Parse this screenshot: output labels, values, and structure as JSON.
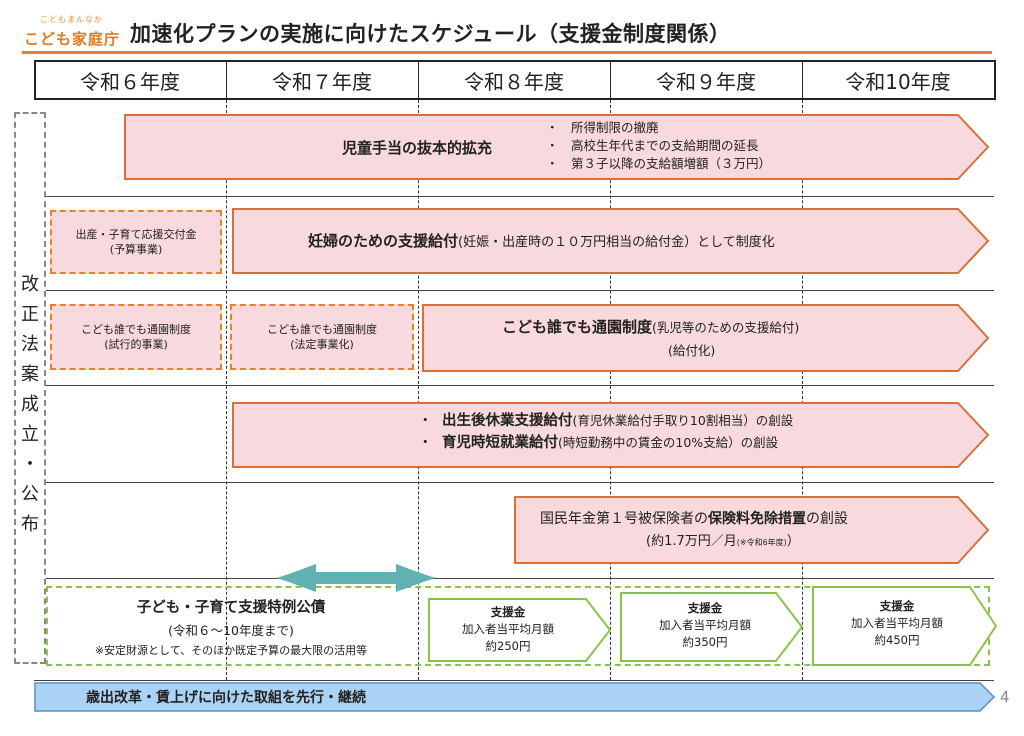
{
  "logo": {
    "tagline": "こどもまんなか",
    "name": "こども家庭庁"
  },
  "title": "加速化プランの実施に向けたスケジュール（支援金制度関係）",
  "years": [
    "令和６年度",
    "令和７年度",
    "令和８年度",
    "令和９年度",
    "令和10年度"
  ],
  "side_label": [
    "改",
    "正",
    "法",
    "案",
    "成",
    "立",
    "・",
    "公",
    "布"
  ],
  "row1": {
    "title": "児童手当の抜本的拡充",
    "bullets": [
      "・　所得制限の撤廃",
      "・　高校生年代までの支給期間の延長",
      "・　第３子以降の支給額増額（３万円）"
    ]
  },
  "row2": {
    "pre_line1": "出産・子育て応援交付金",
    "pre_line2": "(予算事業)",
    "title": "妊婦のための支援給付",
    "detail": "(妊娠・出産時の１０万円相当の給付金）として制度化"
  },
  "row3": {
    "pre1_line1": "こども誰でも通園制度",
    "pre1_line2": "(試行的事業)",
    "pre2_line1": "こども誰でも通園制度",
    "pre2_line2": "(法定事業化)",
    "title": "こども誰でも通園制度",
    "detail": "(乳児等のための支援給付)",
    "detail2": "(給付化)"
  },
  "row4": {
    "b1_title": "出生後休業支援給付",
    "b1_detail": "(育児休業給付手取り10割相当）の創設",
    "b2_title": "育児時短就業給付",
    "b2_detail": "(時短勤務中の賃金の10%支給）の創設"
  },
  "row5": {
    "line1_pre": "国民年金第１号被保険者の",
    "line1_bold": "保険料免除措置",
    "line1_post": "の創設",
    "line2": "(約1.7万円／月",
    "line2_small": "(※令和6年度)",
    "line2_end": "）"
  },
  "row6": {
    "bond_title": "子ども・子育て支援特例公債",
    "bond_sub": "(令和６～10年度まで)",
    "bond_note": "※安定財源として、そのほか既定予算の最大限の活用等",
    "support": [
      {
        "title": "支援金",
        "line": "加入者当平均月額",
        "amount": "約250円"
      },
      {
        "title": "支援金",
        "line": "加入者当平均月額",
        "amount": "約350円"
      },
      {
        "title": "支援金",
        "line": "加入者当平均月額",
        "amount": "約450円"
      }
    ]
  },
  "footer": {
    "label": "歳出改革・賃上げに向けた取組を先行・継続",
    "page": "4"
  },
  "colors": {
    "accent": "#e8822a",
    "pink_fill": "#f8d9de",
    "arrow_border": "#d9703a",
    "green": "#8bc34a",
    "teal": "#5fb2b0",
    "blue": "#a9d2f5"
  }
}
